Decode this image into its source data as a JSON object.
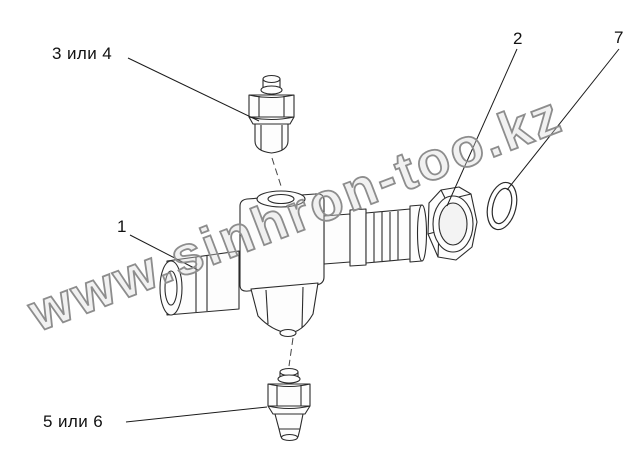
{
  "diagram": {
    "watermark": "www.sinhron-too.kz",
    "callouts": [
      {
        "label": "3 или 4"
      },
      {
        "label": "2"
      },
      {
        "label": "7"
      },
      {
        "label": "1"
      },
      {
        "label": "5 или 6"
      }
    ]
  }
}
